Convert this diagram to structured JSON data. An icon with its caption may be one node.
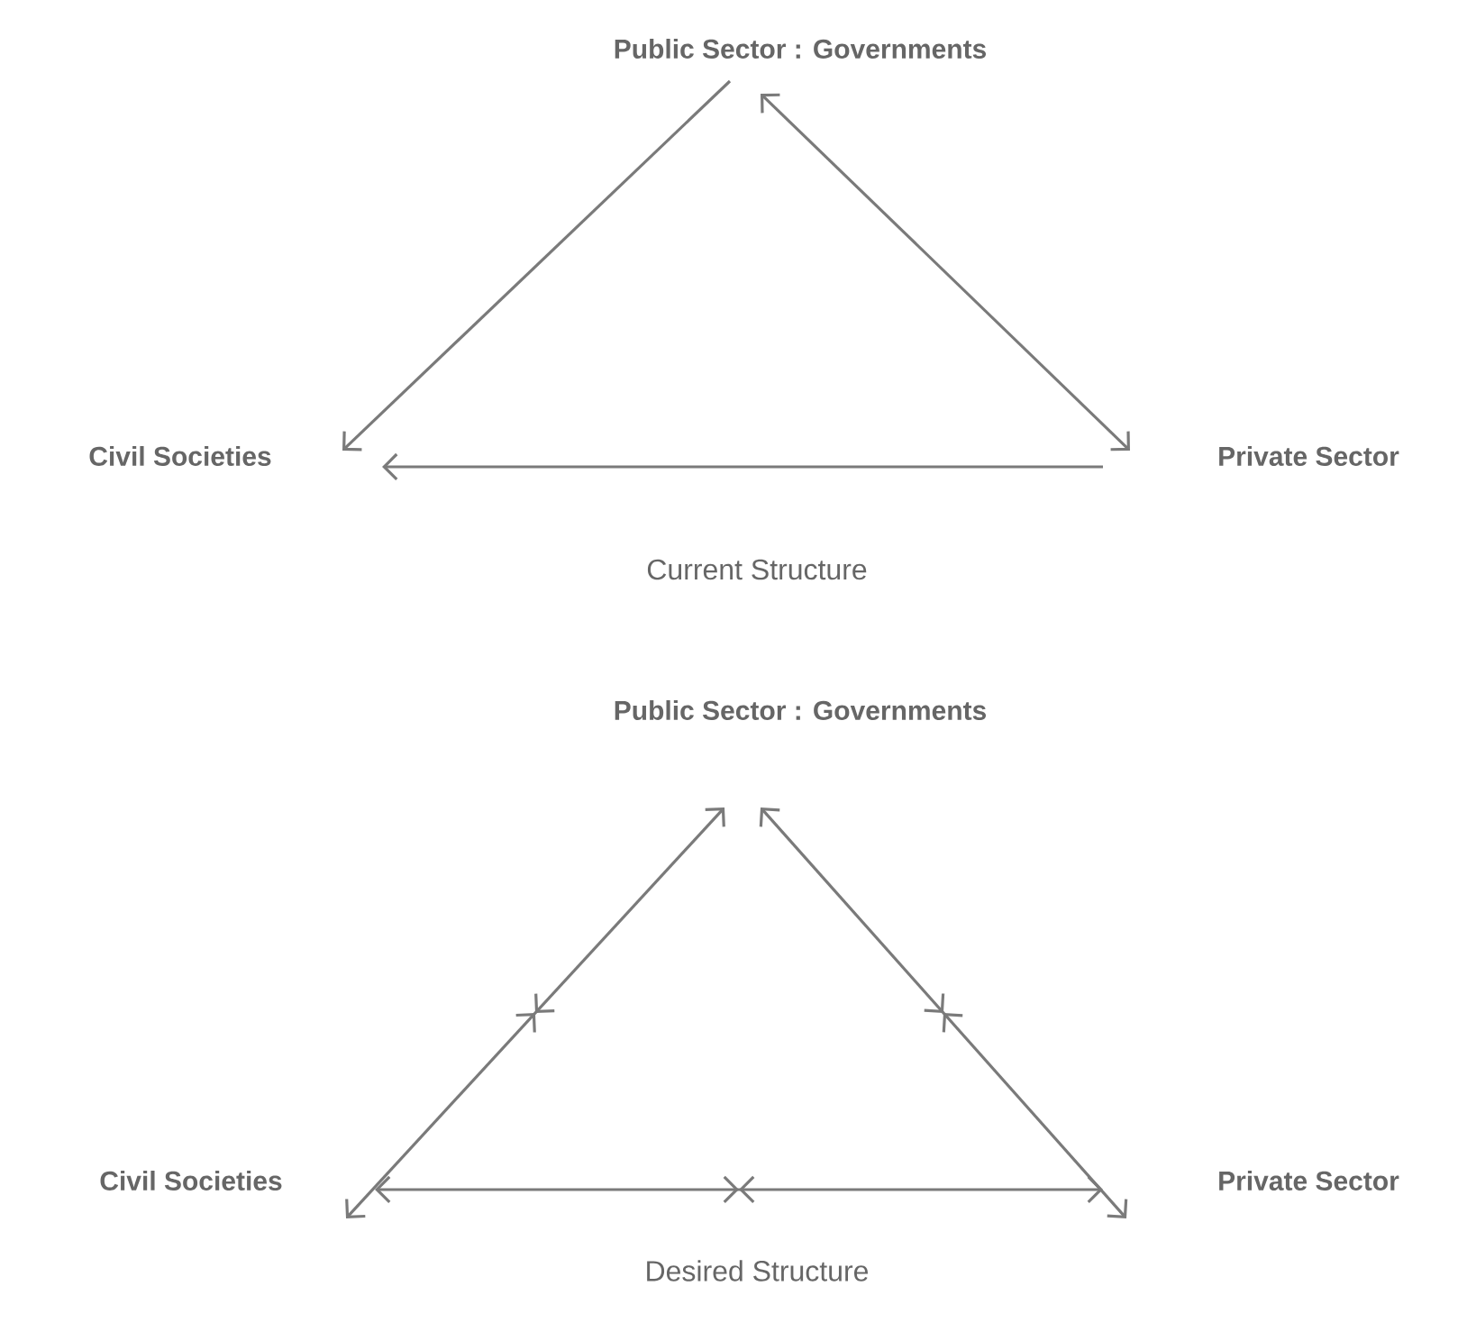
{
  "diagram": {
    "nodes": [
      {
        "text": [
          "Public Sector : Governments"
        ]
      },
      {
        "text": [
          "Civil Societies"
        ]
      },
      {
        "text": [
          "Private Sector"
        ]
      },
      {
        "text": [
          "Public Sector : Governments"
        ]
      },
      {
        "text": [
          "Civil Societies"
        ]
      },
      {
        "text": [
          "Private Sector"
        ]
      }
    ],
    "edges": [
      {
        "from": 0,
        "to": 1,
        "arrow": "to"
      },
      {
        "from": 0,
        "to": 2,
        "arrow": "both"
      },
      {
        "from": 2,
        "to": 1,
        "arrow": "to"
      },
      {
        "from": 4,
        "to": 3,
        "arrow": "both"
      },
      {
        "from": 3,
        "to": 5,
        "arrow": "both"
      },
      {
        "from": 4,
        "to": 5,
        "arrow": "both"
      }
    ],
    "labels": [
      "Current Structure",
      "Desired Structure"
    ]
  }
}
